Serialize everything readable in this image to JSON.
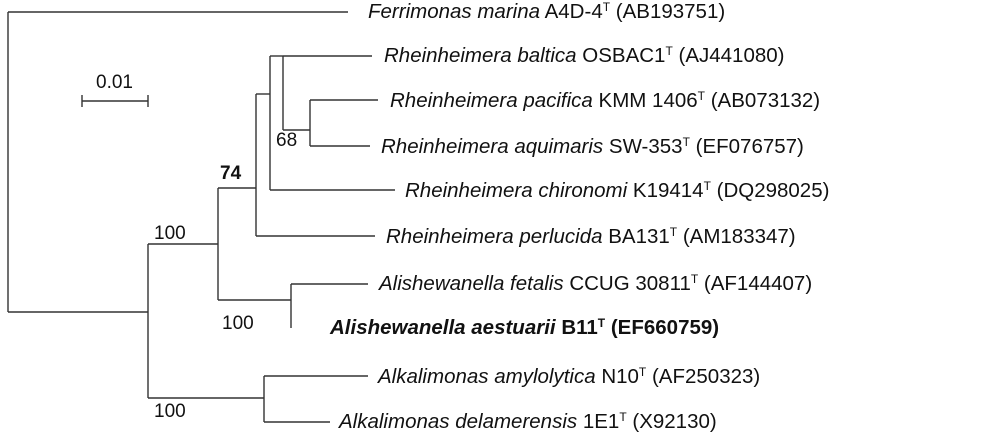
{
  "tree": {
    "taxa": [
      {
        "id": "ferrimonas",
        "genus_species": "Ferrimonas marina",
        "strain": "A4D-4",
        "type_mark": "T",
        "accession": "(AB193751)",
        "bold": false
      },
      {
        "id": "rh-baltica",
        "genus_species": "Rheinheimera baltica",
        "strain": "OSBAC1",
        "type_mark": "T",
        "accession": "(AJ441080)",
        "bold": false
      },
      {
        "id": "rh-pacifica",
        "genus_species": "Rheinheimera pacifica",
        "strain": "KMM 1406",
        "type_mark": "T",
        "accession": "(AB073132)",
        "bold": false
      },
      {
        "id": "rh-aquimaris",
        "genus_species": "Rheinheimera aquimaris",
        "strain": "SW-353",
        "type_mark": "T",
        "accession": "(EF076757)",
        "bold": false
      },
      {
        "id": "rh-chironomi",
        "genus_species": "Rheinheimera chironomi",
        "strain": "K19414",
        "type_mark": "T",
        "accession": "(DQ298025)",
        "bold": false
      },
      {
        "id": "rh-perlucida",
        "genus_species": "Rheinheimera perlucida",
        "strain": "BA131",
        "type_mark": "T",
        "accession": "(AM183347)",
        "bold": false
      },
      {
        "id": "al-fetalis",
        "genus_species": "Alishewanella fetalis",
        "strain": "CCUG 30811",
        "type_mark": "T",
        "accession": "(AF144407)",
        "bold": false
      },
      {
        "id": "al-aestuarii",
        "genus_species": "Alishewanella aestuarii",
        "strain": "B11",
        "type_mark": "T",
        "accession": "(EF660759)",
        "bold": true
      },
      {
        "id": "alk-amylolytica",
        "genus_species": "Alkalimonas amylolytica",
        "strain": "N10",
        "type_mark": "T",
        "accession": "(AF250323)",
        "bold": false
      },
      {
        "id": "alk-delamerensis",
        "genus_species": "Alkalimonas delamerensis",
        "strain": "1E1",
        "type_mark": "T",
        "accession": "(X92130)",
        "bold": false
      }
    ],
    "bootstrap": [
      {
        "id": "node-rheinheimera",
        "value": "74",
        "bold": true
      },
      {
        "id": "node-ingroup",
        "value": "100",
        "bold": false
      },
      {
        "id": "node-pac-aqui",
        "value": "68",
        "bold": false
      },
      {
        "id": "node-alishewanella",
        "value": "100",
        "bold": false
      },
      {
        "id": "node-alkalimonas",
        "value": "100",
        "bold": false
      }
    ],
    "scale_bar": {
      "label": "0.01"
    }
  }
}
